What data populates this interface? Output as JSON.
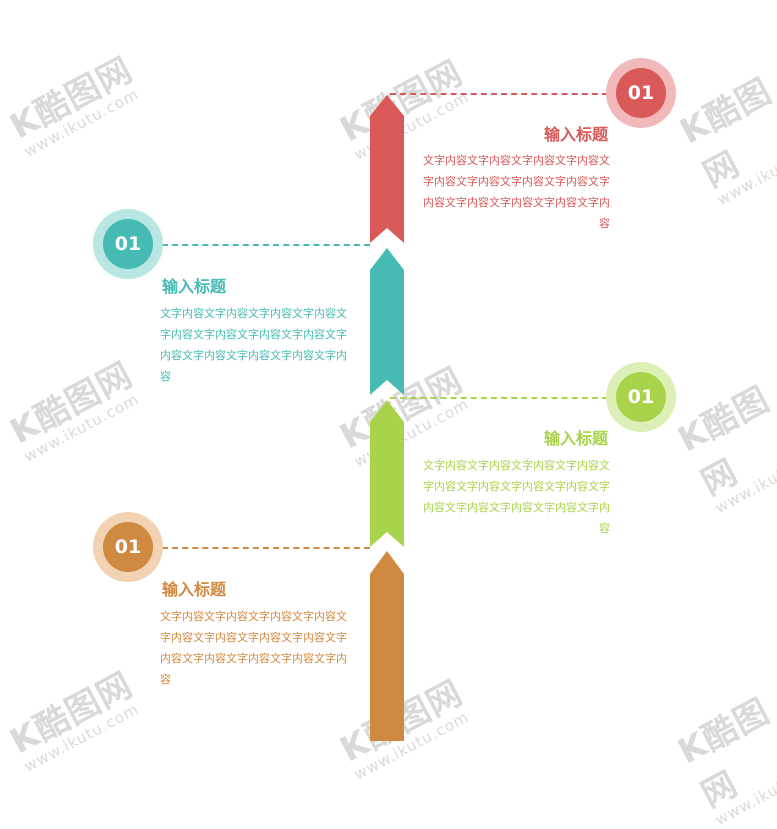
{
  "watermark": {
    "logo": "K酷图网",
    "url": "www.ikutu.com"
  },
  "colors": {
    "red": "#d95858",
    "red_light": "#f2b9ba",
    "teal": "#45bbb3",
    "teal_light": "#b8e6e2",
    "green": "#a8d34a",
    "green_light": "#dcefb6",
    "orange": "#d08941",
    "orange_light": "#f1d2b2"
  },
  "items": [
    {
      "number": "01",
      "title": "输入标题",
      "text": "文字内容文字内容文字内容文字内容文字内容文字内容文字内容文字内容文字内容文字内容文字内容文字内容文字内容"
    },
    {
      "number": "01",
      "title": "输入标题",
      "text": "文字内容文字内容文字内容文字内容文字内容文字内容文字内容文字内容文字内容文字内容文字内容文字内容文字内容"
    },
    {
      "number": "01",
      "title": "输入标题",
      "text": "文字内容文字内容文字内容文字内容文字内容文字内容文字内容文字内容文字内容文字内容文字内容文字内容文字内容"
    },
    {
      "number": "01",
      "title": "输入标题",
      "text": "文字内容文字内容文字内容文字内容文字内容文字内容文字内容文字内容文字内容文字内容文字内容文字内容文字内容"
    }
  ]
}
